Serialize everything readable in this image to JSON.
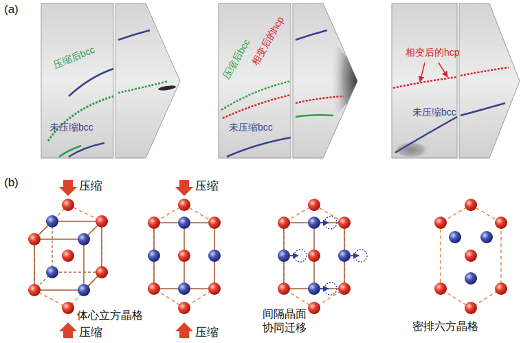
{
  "diagram": {
    "nodes": [
      {
        "text": [
          "压缩后bcc",
          "未压缩bcc"
        ]
      },
      {
        "text": [
          "压缩后bcc",
          "相变后的hcp",
          "未压缩bcc"
        ]
      },
      {
        "text": [
          "相变后的hcp",
          "未压缩bcc"
        ]
      }
    ],
    "labels": [
      "(a)",
      "(b)",
      "压缩",
      "压缩",
      "压缩",
      "压缩",
      "体心立方晶格",
      "间隔晶面 协同迁移",
      "密排六方晶格"
    ]
  }
}
